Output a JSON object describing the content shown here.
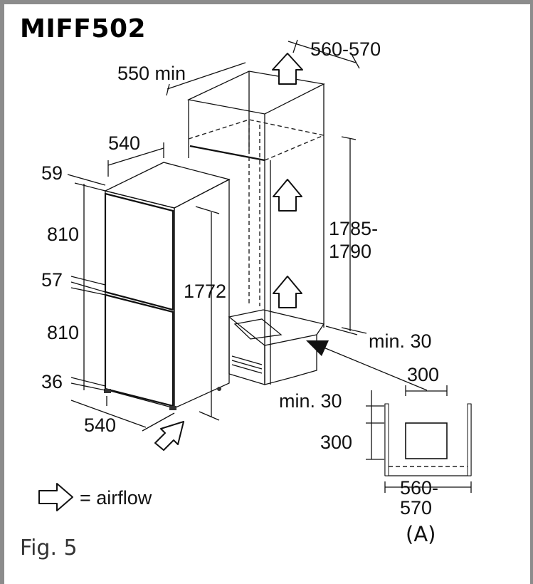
{
  "model": "MIFF502",
  "figure_caption": "Fig. 5",
  "legend": {
    "airflow_label": "= airflow",
    "icon": "hollow-arrow-icon"
  },
  "dimensions": {
    "niche_depth": "550 min",
    "niche_width": "560-570",
    "appliance_width": "540",
    "appliance_depth": "540",
    "top_gap": "59",
    "door_upper": "810",
    "door_gap": "57",
    "door_lower": "810",
    "bottom_gap": "36",
    "appliance_height": "1772",
    "niche_height_line1": "1785-",
    "niche_height_line2": "1790",
    "plinth_clearance": "min. 30"
  },
  "detail_a": {
    "label": "(A)",
    "vent_width": "300",
    "vent_height": "300",
    "top_clearance": "min. 30",
    "width_line1": "560-",
    "width_line2": "570"
  }
}
